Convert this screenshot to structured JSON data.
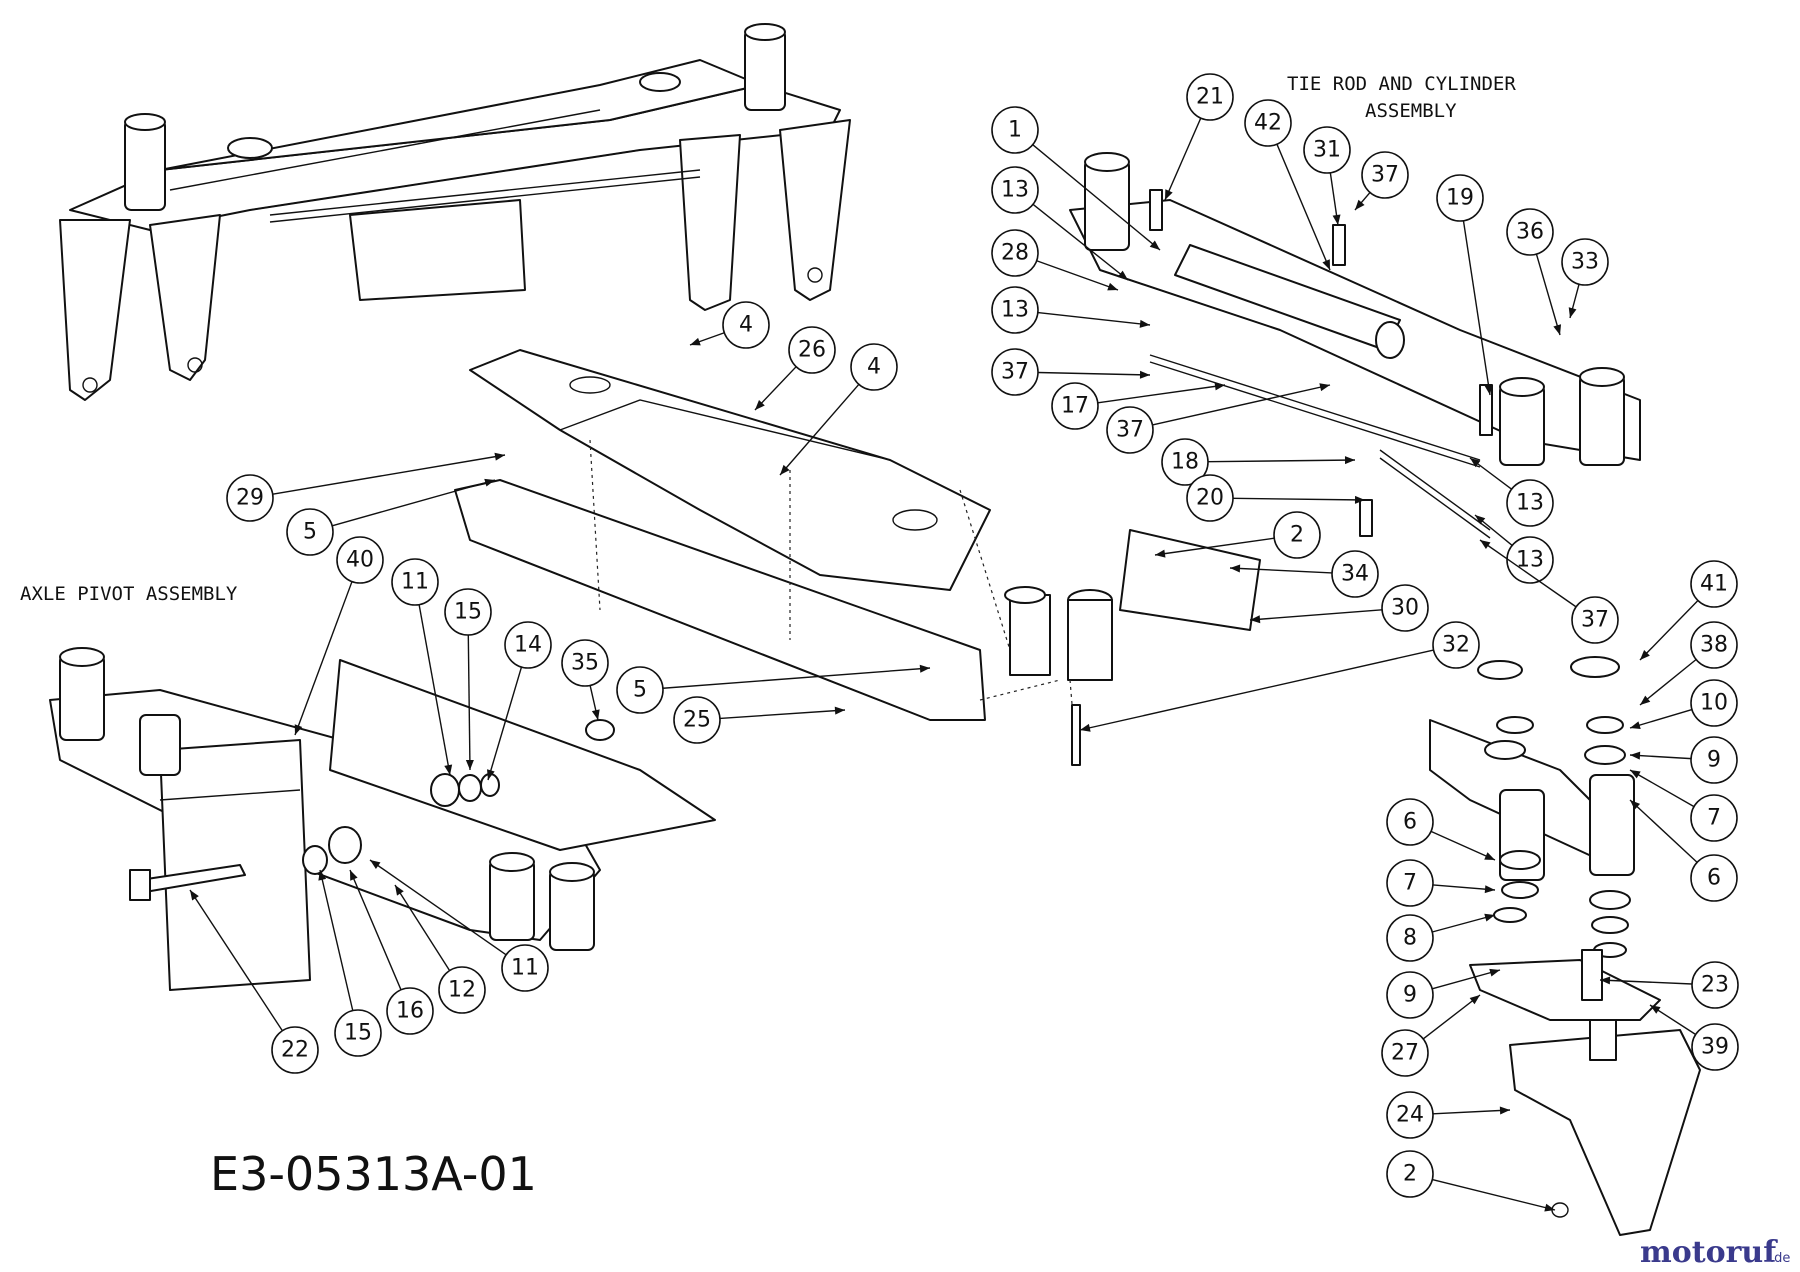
{
  "labels": {
    "tie_rod_line1": "TIE ROD AND CYLINDER",
    "tie_rod_line2": "ASSEMBLY",
    "axle_pivot": "AXLE PIVOT ASSEMBLY",
    "drawing_code": "E3-05313A-01"
  },
  "logo": {
    "text": "motoruf",
    "tld": ".de"
  },
  "callouts": [
    "21",
    "1",
    "42",
    "31",
    "37",
    "19",
    "36",
    "33",
    "13",
    "28",
    "13",
    "37",
    "17",
    "37",
    "18",
    "13",
    "20",
    "13",
    "37",
    "2",
    "34",
    "30",
    "4",
    "26",
    "4",
    "29",
    "5",
    "40",
    "11",
    "15",
    "14",
    "35",
    "5",
    "25",
    "32",
    "41",
    "38",
    "10",
    "9",
    "7",
    "6",
    "6",
    "7",
    "8",
    "9",
    "23",
    "27",
    "39",
    "24",
    "2",
    "12",
    "11",
    "16",
    "15",
    "22"
  ],
  "colors": {
    "ink": "#111111",
    "logo": "#3a3a8c",
    "logo_accent": "#f0a000"
  }
}
